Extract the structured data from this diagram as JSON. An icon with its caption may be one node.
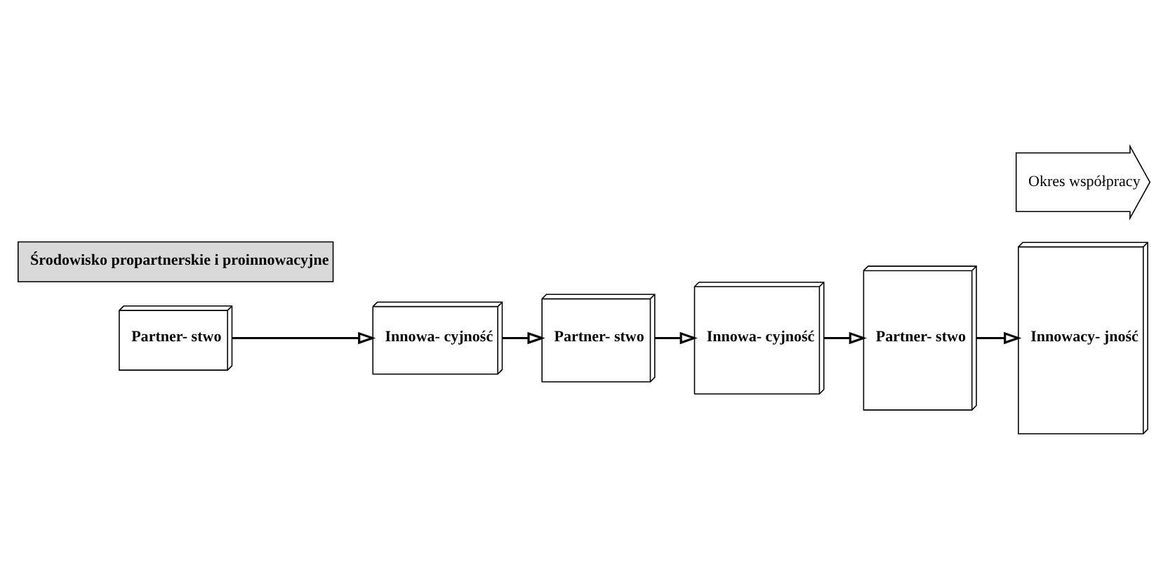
{
  "diagram": {
    "nodes": [
      {
        "text": [
          "Partner- stwo"
        ]
      },
      {
        "text": [
          "Innowa- cyjność"
        ]
      },
      {
        "text": [
          "Partner- stwo"
        ]
      },
      {
        "text": [
          "Innowa- cyjność"
        ]
      },
      {
        "text": [
          "Partner- stwo"
        ]
      },
      {
        "text": [
          "Innowacy- jność"
        ]
      },
      {
        "text": [
          "Środowisko propartnerskie i proinnowacyjne"
        ]
      },
      {
        "text": [
          "Okres współpracy"
        ]
      }
    ],
    "edges": [
      {
        "from": 0,
        "to": 1,
        "arrow": "to"
      },
      {
        "from": 1,
        "to": 2,
        "arrow": "to"
      },
      {
        "from": 2,
        "to": 3,
        "arrow": "to"
      },
      {
        "from": 3,
        "to": 4,
        "arrow": "to"
      },
      {
        "from": 4,
        "to": 5,
        "arrow": "to"
      }
    ]
  }
}
